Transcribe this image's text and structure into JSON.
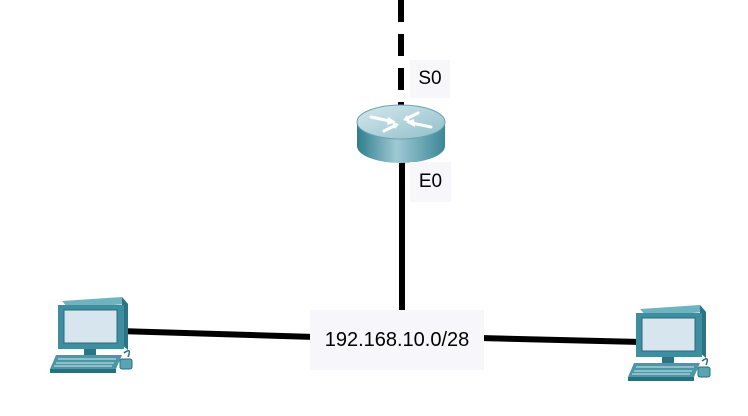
{
  "router": {
    "serial_interface_label": "S0",
    "ethernet_interface_label": "E0"
  },
  "lan": {
    "network_label": "192.168.10.0/28"
  },
  "icons": {
    "router": "router-icon",
    "left_host": "desktop-pc-icon",
    "right_host": "desktop-pc-icon"
  },
  "colors": {
    "device_teal": "#3f8e9f",
    "screen_light": "#d7e6ee",
    "link": "#000000",
    "label_background": "#f7f7fb"
  }
}
